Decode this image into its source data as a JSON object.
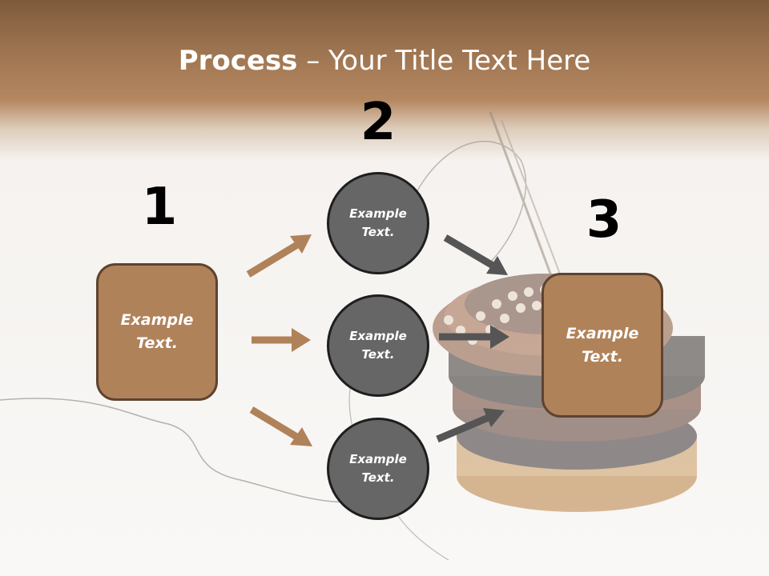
{
  "title": {
    "bold": "Process",
    "rest": " – Your Title Text Here"
  },
  "steps": {
    "one": "1",
    "two": "2",
    "three": "3"
  },
  "left_box": {
    "text": "Example\nText."
  },
  "right_box": {
    "text": "Example\nText."
  },
  "circles": [
    {
      "text": "Example\nText."
    },
    {
      "text": "Example\nText."
    },
    {
      "text": "Example\nText."
    }
  ],
  "colors": {
    "brown_box": "#b08259",
    "grey_circle": "#666666",
    "brown_arrow": "#b08259",
    "grey_arrow": "#555555"
  }
}
